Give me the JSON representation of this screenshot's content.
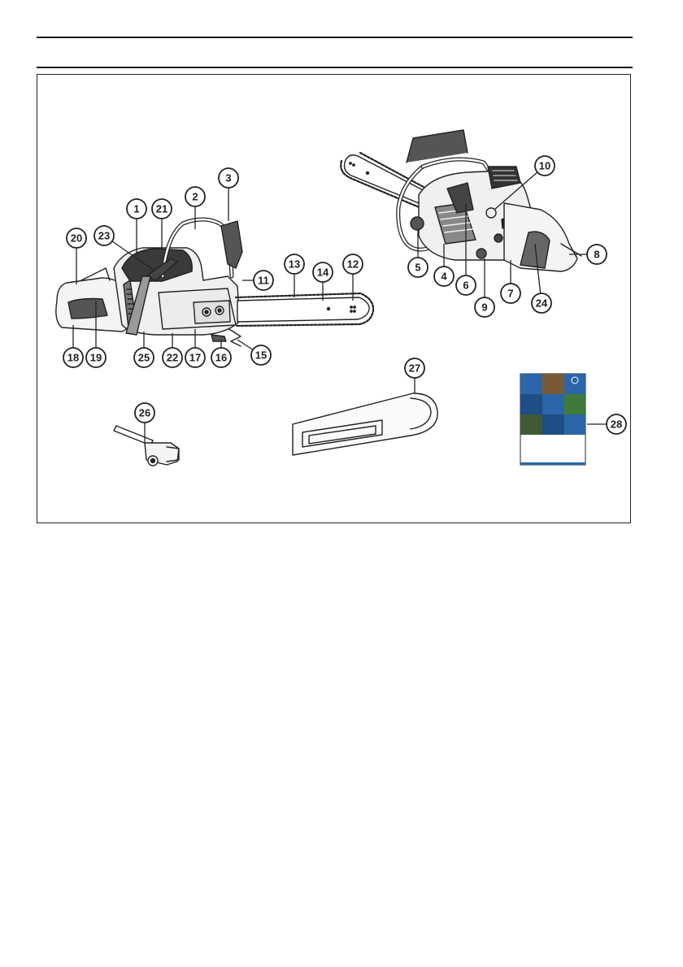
{
  "diagram": {
    "callouts": [
      "1",
      "2",
      "3",
      "4",
      "5",
      "6",
      "7",
      "8",
      "9",
      "10",
      "11",
      "12",
      "13",
      "14",
      "15",
      "16",
      "17",
      "18",
      "19",
      "20",
      "21",
      "22",
      "23",
      "24",
      "25",
      "26",
      "27",
      "28"
    ]
  },
  "colors": {
    "line": "#222222",
    "manual_blue": "#2a66a8",
    "manual_dark": "#1f4e86",
    "manual_green": "#3f7a3a",
    "manual_brown": "#7a5a35"
  }
}
